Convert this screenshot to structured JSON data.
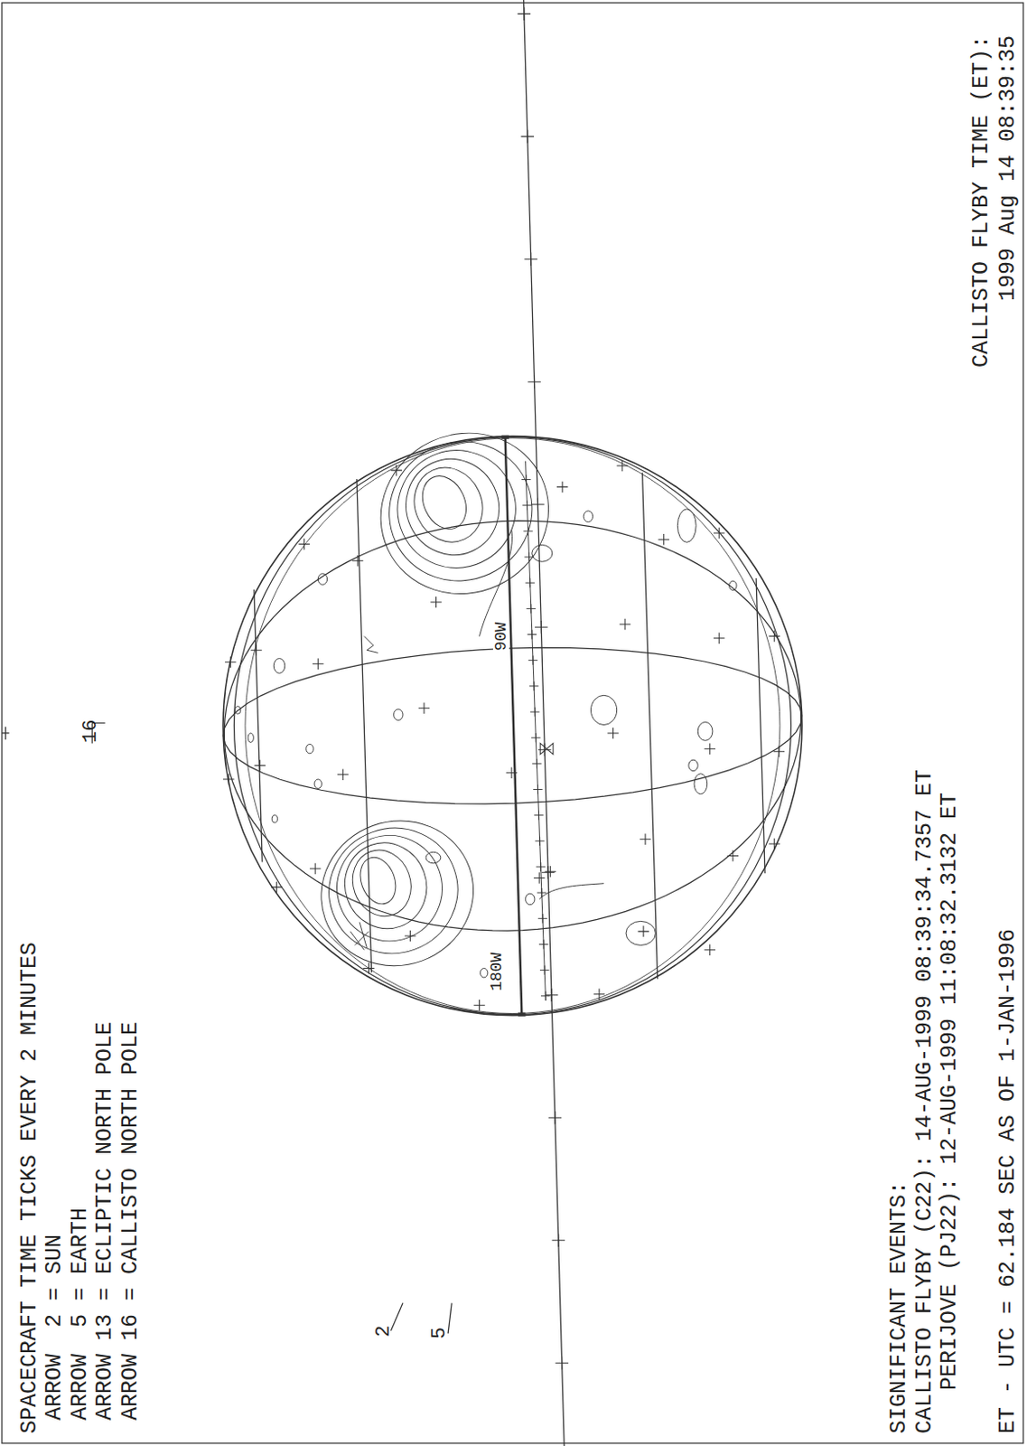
{
  "diagram": {
    "labels": [
      "SPACECRAFT TIME TICKS EVERY 2 MINUTES",
      "ARROW  2 = SUN",
      "ARROW  5 = EARTH",
      "ARROW 13 = ECLIPTIC NORTH POLE",
      "ARROW 16 = CALLISTO NORTH POLE",
      "16",
      "2",
      "5",
      "90W",
      "180W",
      "SIGNIFICANT EVENTS:",
      "CALLISTO FLYBY (C22): 14-AUG-1999 08:39:34.7357 ET",
      "PERIJOVE (PJ22): 12-AUG-1999 11:08:32.3132 ET",
      "ET - UTC = 62.184 SEC AS OF 1-JAN-1996",
      "CALLISTO FLYBY TIME (ET):",
      "1999 Aug 14 08:39:35"
    ]
  }
}
